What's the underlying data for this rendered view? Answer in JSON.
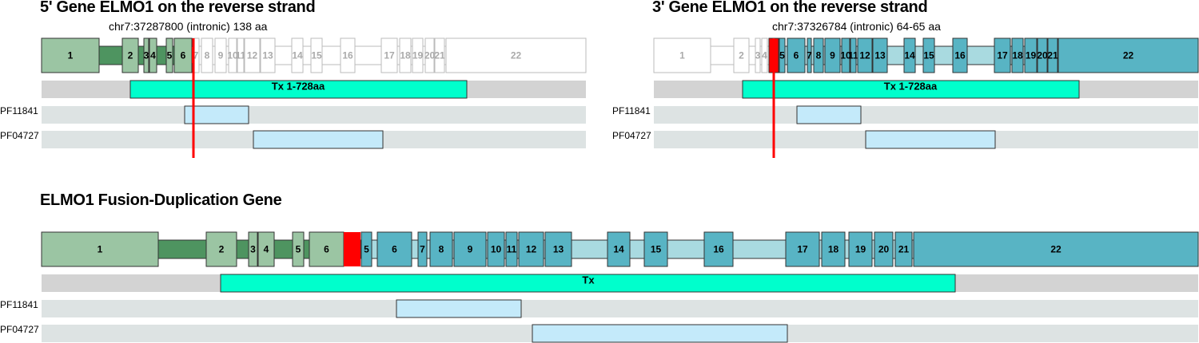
{
  "panels": {
    "gene5": {
      "title": "5' Gene ELMO1 on the reverse strand",
      "subtitle": "chr7:37287800 (intronic) 138 aa",
      "tx_label": "Tx 1-728aa",
      "pfam": [
        "PF11841",
        "PF04727"
      ]
    },
    "gene3": {
      "title": "3' Gene ELMO1 on the reverse strand",
      "subtitle": "chr7:37326784 (intronic) 64-65 aa",
      "tx_label": "Tx 1-728aa",
      "pfam": [
        "PF11841",
        "PF04727"
      ]
    },
    "fusion": {
      "title": "ELMO1 Fusion-Duplication Gene",
      "tx_label": "Tx",
      "pfam": [
        "PF11841",
        "PF04727"
      ]
    }
  },
  "exon_labels": [
    "1",
    "2",
    "3",
    "4",
    "5",
    "6",
    "7",
    "8",
    "9",
    "10",
    "11",
    "12",
    "13",
    "14",
    "15",
    "16",
    "17",
    "18",
    "19",
    "20",
    "21",
    "22"
  ],
  "fusion_exon_labels": [
    "1",
    "2",
    "3",
    "4",
    "5",
    "6",
    "5",
    "6",
    "7",
    "8",
    "9",
    "10",
    "11",
    "12",
    "13",
    "14",
    "15",
    "16",
    "17",
    "18",
    "19",
    "20",
    "21",
    "22"
  ],
  "colors": {
    "exon_green": "#9bc5a3",
    "intron_green": "#4e9460",
    "exon_teal": "#58b4c4",
    "intron_teal": "#a9dae0",
    "exon_grey_text": "#aaaaaa",
    "exon_outline_grey": "#bbbbbb",
    "breakpoint_red": "#ff0000",
    "tx_fill": "#00ffcc",
    "pfam_fill": "#c4eafa",
    "track_grey": "#d3d3d3",
    "track_light": "#dde3e3"
  }
}
